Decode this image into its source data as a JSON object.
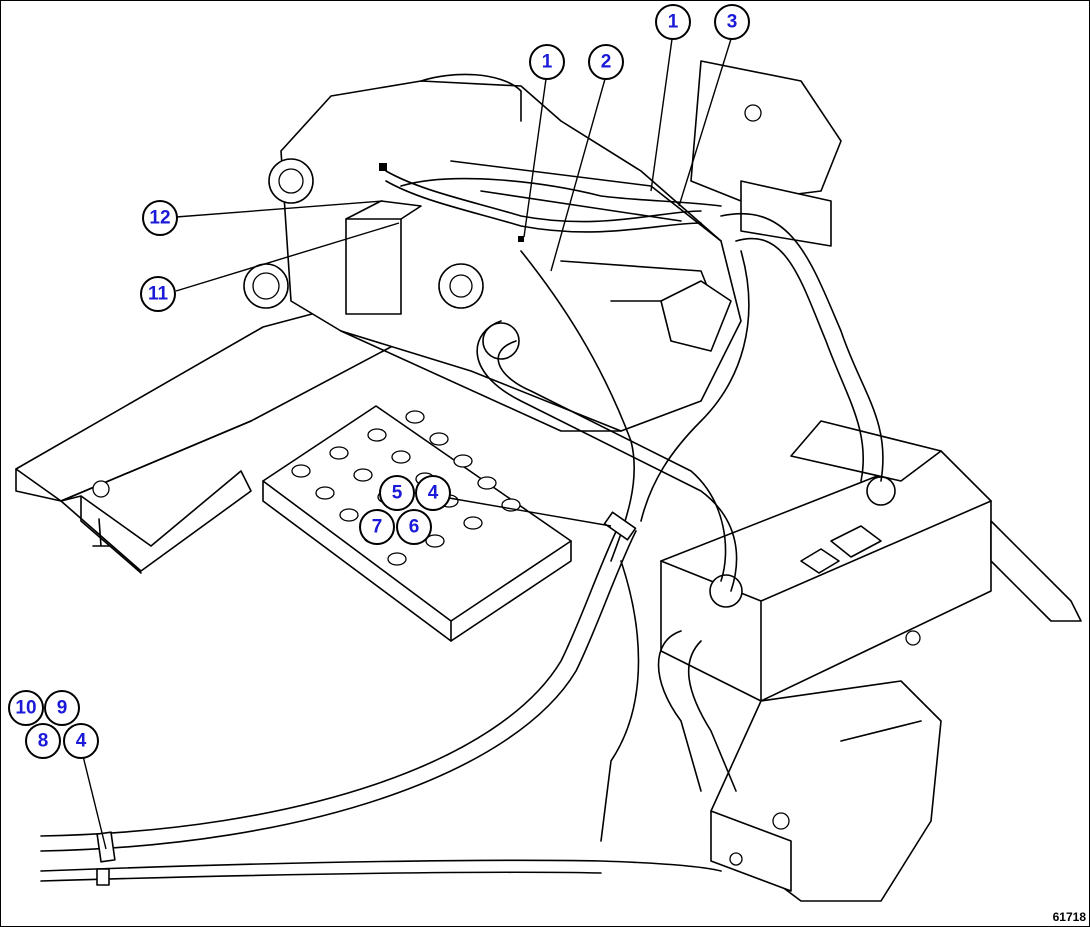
{
  "callouts": [
    {
      "label": "1"
    },
    {
      "label": "1"
    },
    {
      "label": "2"
    },
    {
      "label": "3"
    },
    {
      "label": "12"
    },
    {
      "label": "11"
    },
    {
      "label": "5"
    },
    {
      "label": "4"
    },
    {
      "label": "7"
    },
    {
      "label": "6"
    },
    {
      "label": "10"
    },
    {
      "label": "9"
    },
    {
      "label": "8"
    },
    {
      "label": "4"
    }
  ],
  "drawing_code": "61718"
}
